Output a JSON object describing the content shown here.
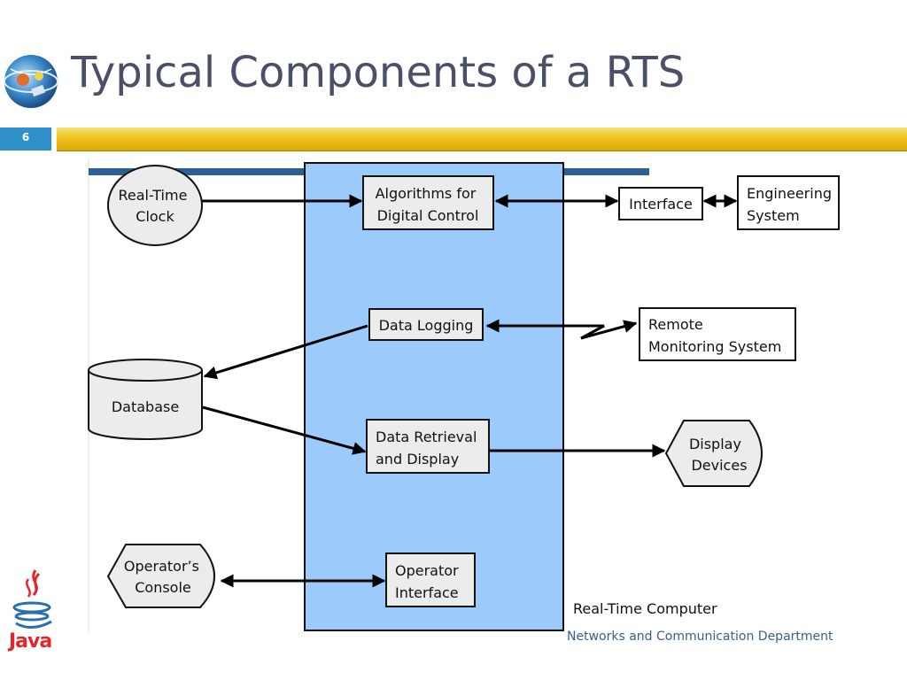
{
  "slide": {
    "title": "Typical Components of a RTS",
    "number": "6",
    "footer": "Networks and Communication Department",
    "brand_text": "Java"
  },
  "diagram": {
    "computer_label": "Real-Time Computer",
    "nodes": {
      "clock": [
        "Real-Time",
        "Clock"
      ],
      "algorithms": [
        "Algorithms for",
        "Digital Control"
      ],
      "interface": [
        "Interface"
      ],
      "engineering": [
        "Engineering",
        "System"
      ],
      "logging": [
        "Data Logging"
      ],
      "remote": [
        "Remote",
        "Monitoring System"
      ],
      "database": [
        "Database"
      ],
      "retrieval": [
        "Data Retrieval",
        "and Display"
      ],
      "display": [
        "Display",
        "Devices"
      ],
      "console": [
        "Operator’s",
        "Console"
      ],
      "operator_iface": [
        "Operator",
        "Interface"
      ]
    }
  },
  "colors": {
    "title": "#4a5068",
    "accent_blue": "#2f8fc8",
    "computer_fill": "#9ccbfb",
    "node_fill": "#ececec",
    "gold_bar": "#f0c21a",
    "footer": "#39608f"
  }
}
